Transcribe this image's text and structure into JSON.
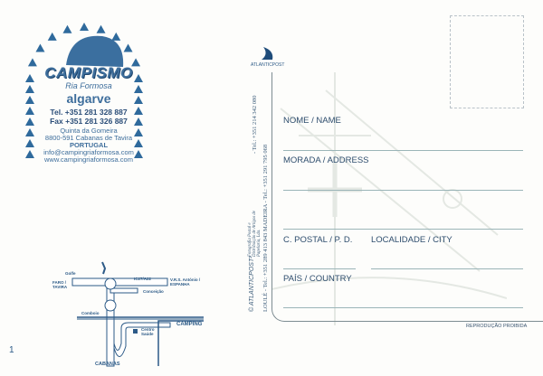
{
  "logo": {
    "brand": "CAMPISMO",
    "sub": "Ria Formosa",
    "region": "algarve",
    "tel": "Tel. +351 281 328 887",
    "fax": "Fax +351 281 326 887",
    "address1": "Quinta da Gomeira",
    "address2": "8800-591 Cabanas de Tavira",
    "country": "PORTUGAL",
    "email": "info@campingriaformosa.com",
    "web": "www.campingriaformosa.com"
  },
  "publisher": {
    "logo_text": "ATLANTICPOST",
    "copyright": "© ATLANTICPOST²",
    "line1": "Fotografia Postal e Distribuição de Artigos de Papelaria, Lda.",
    "line1b": "- Tel.: +351 214 342 080",
    "line2": "LOULÉ - Tel.: +351 289 413 843  MADEIRA - Tel.: +351 291 795 068"
  },
  "address_form": {
    "name": "NOME / NAME",
    "address": "MORADA / ADDRESS",
    "postal": "C. POSTAL / P. D.",
    "city": "LOCALIDADE / CITY",
    "country": "PAÍS / COUNTRY"
  },
  "footer": {
    "notice": "REPRODUÇÃO PROIBIDA",
    "page_number": "1"
  },
  "map": {
    "golf": "Golfe",
    "highway": "IC27/A22",
    "faro": "FARO / TAVIRA",
    "vrs": "V.R.S. António / ESPANHA",
    "conceicao": "Conceição",
    "rail": "Comboio",
    "camping": "CAMPING",
    "health": "Centro Saúde",
    "cabanas": "CABANAS"
  },
  "colors": {
    "brand": "#2c5a87",
    "triangle": "#2f6a9c"
  }
}
